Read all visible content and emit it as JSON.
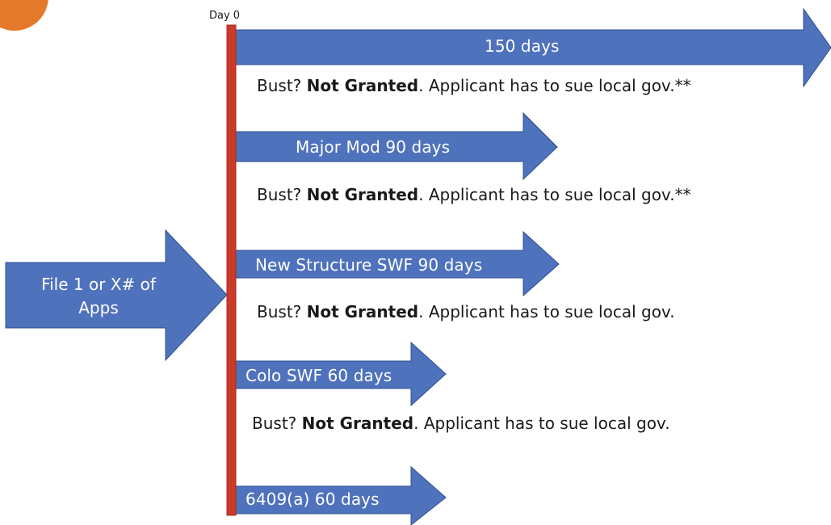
{
  "colors": {
    "arrow_fill": "#4f72bd",
    "arrow_stroke": "#2f4f8f",
    "timeline": "#cc3a2a",
    "corner_badge": "#e5792b",
    "text_dark": "#1a1a1a",
    "text_light": "#ffffff"
  },
  "timeline": {
    "start_label": "Day 0"
  },
  "source_arrow": {
    "label": "File 1 or X# of Apps"
  },
  "tracks": [
    {
      "arrow_label": "150 days",
      "outcome_prefix": "Bust?",
      "outcome_bold": "Not Granted",
      "outcome_suffix": ".  Applicant has to sue local gov.**"
    },
    {
      "arrow_label": "Major Mod 90 days",
      "outcome_prefix": "Bust?",
      "outcome_bold": "Not Granted",
      "outcome_suffix": ". Applicant has to sue local gov.**"
    },
    {
      "arrow_label": "New Structure SWF 90 days",
      "outcome_prefix": "Bust?",
      "outcome_bold": "Not Granted",
      "outcome_suffix": ". Applicant has to sue local gov."
    },
    {
      "arrow_label": "Colo SWF 60 days",
      "outcome_prefix": "Bust?",
      "outcome_bold": "Not Granted",
      "outcome_suffix": ". Applicant has to sue local gov."
    },
    {
      "arrow_label": "6409(a) 60 days"
    }
  ]
}
